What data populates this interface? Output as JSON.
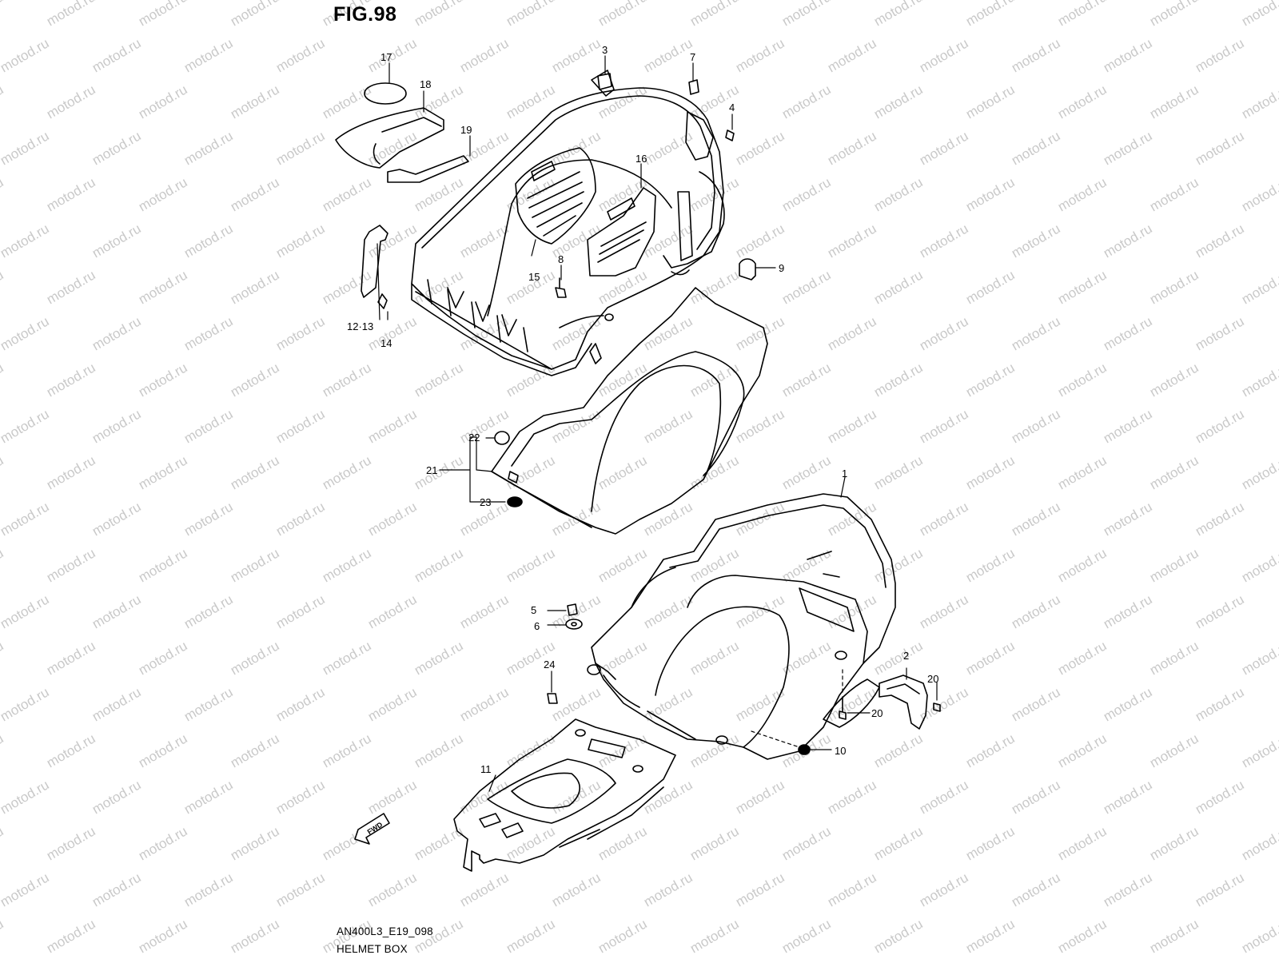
{
  "figure": {
    "title": "FIG.98",
    "code": "AN400L3_E19_098",
    "caption": "HELMET BOX",
    "watermark": "motod.ru",
    "fwd_label": "FWD"
  },
  "callouts": [
    {
      "id": "c1",
      "text": "1"
    },
    {
      "id": "c2",
      "text": "2"
    },
    {
      "id": "c3",
      "text": "3"
    },
    {
      "id": "c4",
      "text": "4"
    },
    {
      "id": "c5",
      "text": "5"
    },
    {
      "id": "c6",
      "text": "6"
    },
    {
      "id": "c7",
      "text": "7"
    },
    {
      "id": "c8",
      "text": "8"
    },
    {
      "id": "c9",
      "text": "9"
    },
    {
      "id": "c10",
      "text": "10"
    },
    {
      "id": "c11",
      "text": "11"
    },
    {
      "id": "c12",
      "text": "12·13"
    },
    {
      "id": "c14",
      "text": "14"
    },
    {
      "id": "c15",
      "text": "15"
    },
    {
      "id": "c16",
      "text": "16"
    },
    {
      "id": "c17",
      "text": "17"
    },
    {
      "id": "c18",
      "text": "18"
    },
    {
      "id": "c19",
      "text": "19"
    },
    {
      "id": "c20a",
      "text": "20"
    },
    {
      "id": "c20b",
      "text": "20"
    },
    {
      "id": "c21",
      "text": "21"
    },
    {
      "id": "c22",
      "text": "22"
    },
    {
      "id": "c23",
      "text": "23"
    },
    {
      "id": "c24",
      "text": "24"
    }
  ]
}
